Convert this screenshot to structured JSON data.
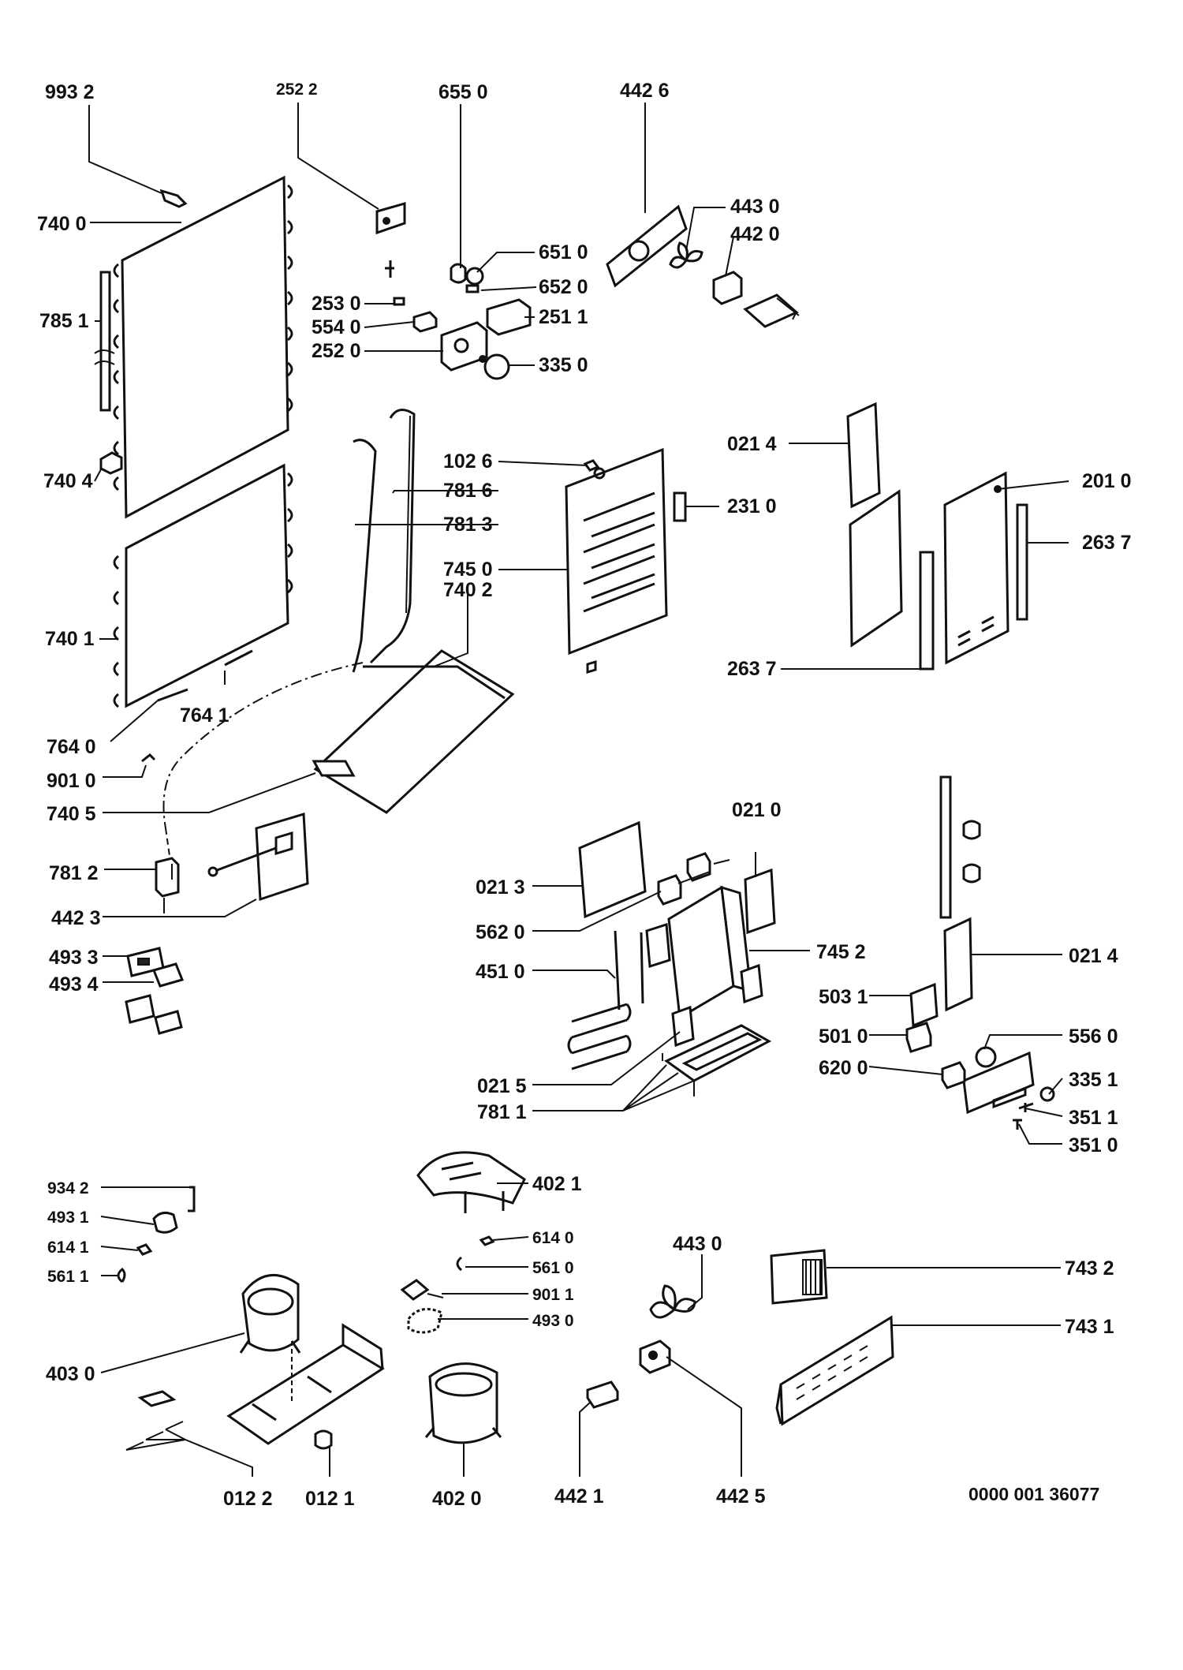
{
  "diagram": {
    "labels": {
      "l_993_2": "993 2",
      "l_252_2": "252 2",
      "l_655_0": "655 0",
      "l_442_6": "442 6",
      "l_740_0": "740 0",
      "l_443_0_top": "443 0",
      "l_442_0": "442 0",
      "l_651_0": "651 0",
      "l_652_0": "652 0",
      "l_785_1": "785 1",
      "l_253_0": "253 0",
      "l_251_1": "251 1",
      "l_554_0": "554 0",
      "l_252_0": "252 0",
      "l_335_0": "335 0",
      "l_021_4_top": "021 4",
      "l_740_4": "740 4",
      "l_102_6": "102 6",
      "l_201_0": "201 0",
      "l_781_6": "781 6",
      "l_231_0": "231 0",
      "l_781_3": "781 3",
      "l_263_7_right": "263 7",
      "l_745_0": "745 0",
      "l_740_2": "740 2",
      "l_740_1": "740 1",
      "l_263_7_bottom": "263 7",
      "l_764_1": "764 1",
      "l_764_0": "764 0",
      "l_901_0": "901 0",
      "l_740_5": "740 5",
      "l_021_0": "021 0",
      "l_781_2": "781 2",
      "l_021_3": "021 3",
      "l_442_3": "442 3",
      "l_562_0": "562 0",
      "l_745_2": "745 2",
      "l_493_3": "493 3",
      "l_451_0": "451 0",
      "l_021_4_mid": "021 4",
      "l_493_4": "493 4",
      "l_503_1": "503 1",
      "l_501_0": "501 0",
      "l_556_0": "556 0",
      "l_620_0": "620 0",
      "l_021_5": "021 5",
      "l_335_1": "335 1",
      "l_781_1": "781 1",
      "l_351_1": "351 1",
      "l_351_0": "351 0",
      "l_934_2": "934 2",
      "l_402_1": "402 1",
      "l_493_1": "493 1",
      "l_614_1": "614 1",
      "l_614_0": "614 0",
      "l_443_0_bottom": "443 0",
      "l_561_1": "561 1",
      "l_561_0": "561 0",
      "l_743_2": "743 2",
      "l_901_1": "901 1",
      "l_493_0": "493 0",
      "l_743_1": "743 1",
      "l_403_0": "403 0",
      "l_012_2": "012 2",
      "l_012_1": "012 1",
      "l_402_0": "402 0",
      "l_442_1": "442 1",
      "l_442_5": "442 5"
    },
    "drawing_code": "0000 001 36077"
  }
}
